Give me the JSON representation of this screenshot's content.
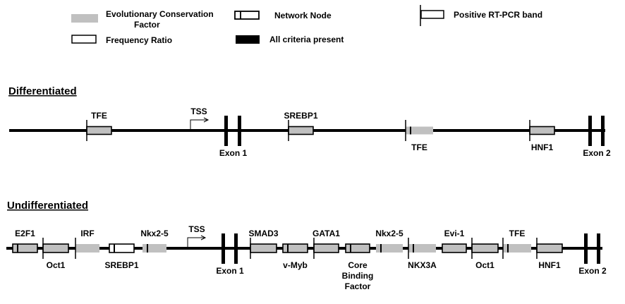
{
  "colors": {
    "conservation": "#c0c0c0",
    "frequency": "#ffffff",
    "all_criteria": "#000000",
    "line": "#000000"
  },
  "legend": [
    {
      "type": "conservation",
      "label_lines": [
        "Evolutionary Conservation",
        "Factor"
      ]
    },
    {
      "type": "frequency",
      "label_lines": [
        "Frequency Ratio"
      ]
    },
    {
      "type": "network",
      "label_lines": [
        "Network Node"
      ]
    },
    {
      "type": "all",
      "label_lines": [
        "All criteria present"
      ]
    },
    {
      "type": "rtpcr",
      "label_lines": [
        "Positive RT-PCR band"
      ]
    }
  ],
  "tracks": [
    {
      "title": "Differentiated",
      "tss_label": "TSS",
      "exon1_label": "Exon 1",
      "exon2_label": "Exon 2",
      "elements": [
        {
          "name": "TFE",
          "fill": "conservation",
          "border": true,
          "rtpcr": true,
          "node": false,
          "label_pos": "above"
        },
        {
          "name": "SREBP1",
          "fill": "all",
          "border": true,
          "rtpcr": true,
          "node": false,
          "label_pos": "above"
        },
        {
          "name": "TFE",
          "fill": "conservation",
          "border": false,
          "rtpcr": true,
          "node": true,
          "label_pos": "below"
        },
        {
          "name": "HNF1",
          "fill": "all",
          "border": true,
          "rtpcr": true,
          "node": false,
          "label_pos": "below"
        }
      ]
    },
    {
      "title": "Undifferentiated",
      "tss_label": "TSS",
      "exon1_label": "Exon 1",
      "exon2_label": "Exon 2",
      "elements": [
        {
          "name": "E2F1",
          "fill": "conservation",
          "border": true,
          "rtpcr": false,
          "node": true,
          "label_pos": "above"
        },
        {
          "name": "Oct1",
          "fill": "all",
          "border": true,
          "rtpcr": true,
          "node": false,
          "label_pos": "below"
        },
        {
          "name": "IRF",
          "fill": "conservation",
          "border": false,
          "rtpcr": true,
          "node": false,
          "label_pos": "above"
        },
        {
          "name": "SREBP1",
          "fill": "frequency",
          "border": true,
          "rtpcr": false,
          "node": true,
          "label_pos": "below"
        },
        {
          "name": "Nkx2-5",
          "fill": "conservation",
          "border": false,
          "rtpcr": false,
          "node": true,
          "label_pos": "above"
        },
        {
          "name": "SMAD3",
          "fill": "all",
          "border": true,
          "rtpcr": true,
          "node": false,
          "label_pos": "above"
        },
        {
          "name": "v-Myb",
          "fill": "conservation",
          "border": true,
          "rtpcr": false,
          "node": true,
          "label_pos": "below"
        },
        {
          "name": "GATA1",
          "fill": "conservation",
          "border": true,
          "rtpcr": true,
          "node": false,
          "label_pos": "above"
        },
        {
          "name": "Core Binding Factor",
          "label_lines": [
            "Core",
            "Binding",
            "Factor"
          ],
          "fill": "conservation",
          "border": true,
          "rtpcr": false,
          "node": true,
          "label_pos": "below"
        },
        {
          "name": "Nkx2-5",
          "fill": "conservation",
          "border": false,
          "rtpcr": false,
          "node": true,
          "label_pos": "above"
        },
        {
          "name": "NKX3A",
          "fill": "conservation",
          "border": false,
          "rtpcr": true,
          "node": true,
          "label_pos": "below"
        },
        {
          "name": "Evi-1",
          "fill": "conservation",
          "border": true,
          "rtpcr": false,
          "node": false,
          "label_pos": "above"
        },
        {
          "name": "Oct1",
          "fill": "all",
          "border": true,
          "rtpcr": true,
          "node": false,
          "label_pos": "below"
        },
        {
          "name": "TFE",
          "fill": "conservation",
          "border": false,
          "rtpcr": true,
          "node": true,
          "label_pos": "above"
        },
        {
          "name": "HNF1",
          "fill": "all",
          "border": true,
          "rtpcr": true,
          "node": false,
          "label_pos": "below"
        }
      ]
    }
  ]
}
